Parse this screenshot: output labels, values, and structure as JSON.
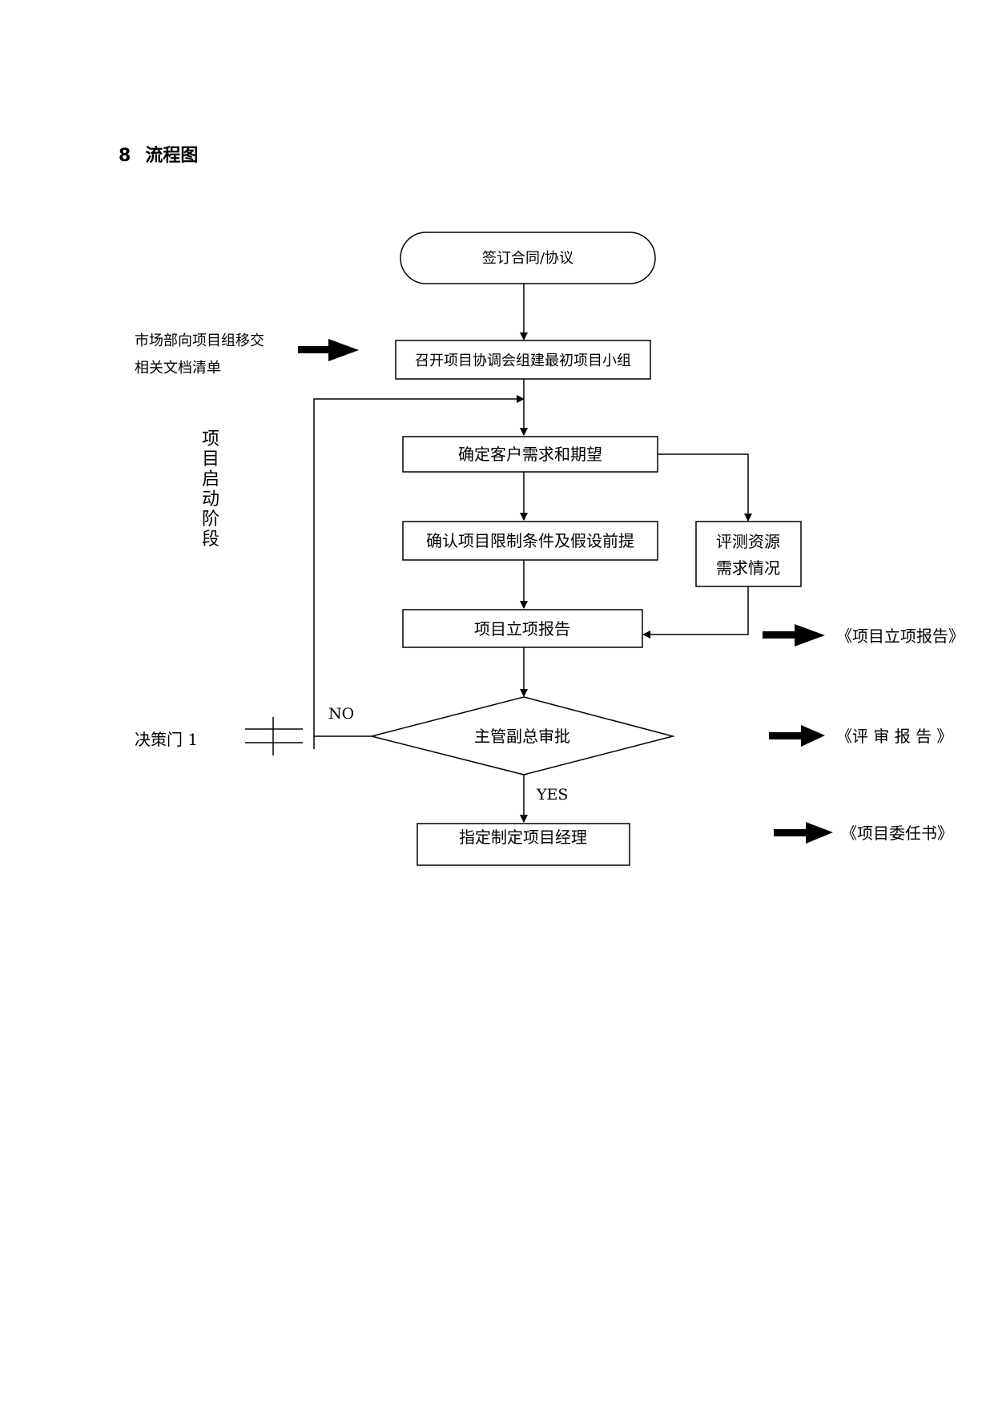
{
  "heading": {
    "number": "8",
    "title": "流程图"
  },
  "nodes": {
    "start": "签订合同/协议",
    "meeting": "召开项目协调会组建最初项目小组",
    "requirements": "确定客户需求和期望",
    "constraints": "确认项目限制条件及假设前提",
    "resource_line1": "评测资源",
    "resource_line2": "需求情况",
    "report": "项目立项报告",
    "decision": "主管副总审批",
    "assign": "指定制定项目经理"
  },
  "annotations": {
    "handover_line1": "市场部向项目组移交",
    "handover_line2": "相关文档清单",
    "phase_chars": [
      "项",
      "目",
      "启",
      "动",
      "阶",
      "段"
    ],
    "gate": "决策门 1",
    "no_label": "NO",
    "yes_label": "YES"
  },
  "outputs": {
    "report_doc": "《项目立项报告》",
    "review_doc": "《评 审 报 告 》",
    "appointment_doc": "《项目委任书》"
  }
}
